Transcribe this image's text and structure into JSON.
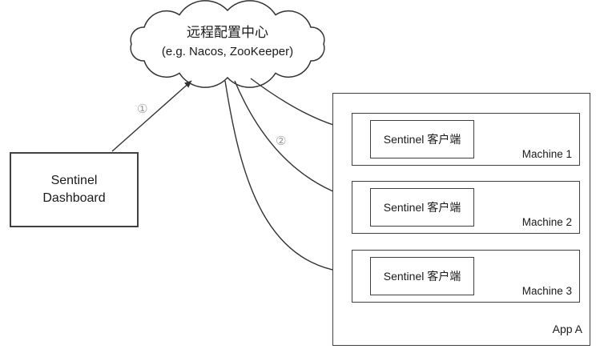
{
  "cloud": {
    "title": "远程配置中心",
    "subtitle": "(e.g. Nacos, ZooKeeper)"
  },
  "dashboard": {
    "line1": "Sentinel",
    "line2": "Dashboard"
  },
  "app": {
    "label": "App A",
    "machines": [
      {
        "label": "Machine 1",
        "client": "Sentinel 客户端"
      },
      {
        "label": "Machine 2",
        "client": "Sentinel 客户端"
      },
      {
        "label": "Machine 3",
        "client": "Sentinel 客户端"
      }
    ]
  },
  "annotations": {
    "step1": "①",
    "step2": "②"
  },
  "colors": {
    "stroke": "#333333",
    "box_border": "#404040",
    "annotation": "#9b9b9b",
    "background": "#ffffff"
  }
}
